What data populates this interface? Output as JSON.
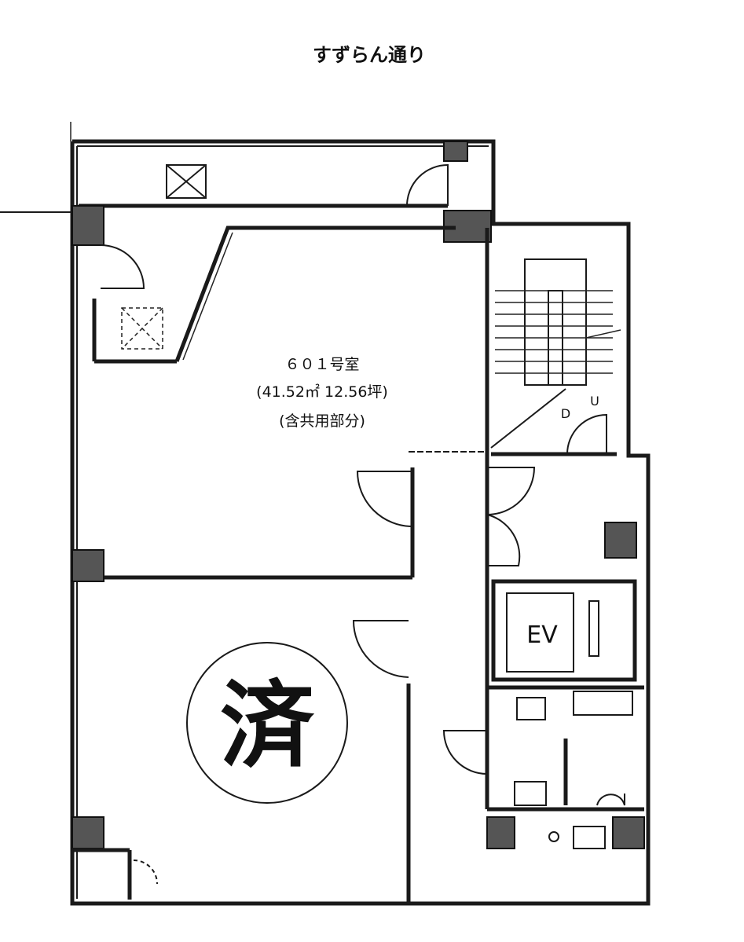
{
  "street_label": "すずらん通り",
  "room": {
    "name": "６０１号室",
    "area": "(41.52㎡ 12.56坪)",
    "note": "(含共用部分)"
  },
  "stair_labels": {
    "down": "D",
    "up": "U"
  },
  "elevator_label": "EV",
  "stamp_text": "済"
}
